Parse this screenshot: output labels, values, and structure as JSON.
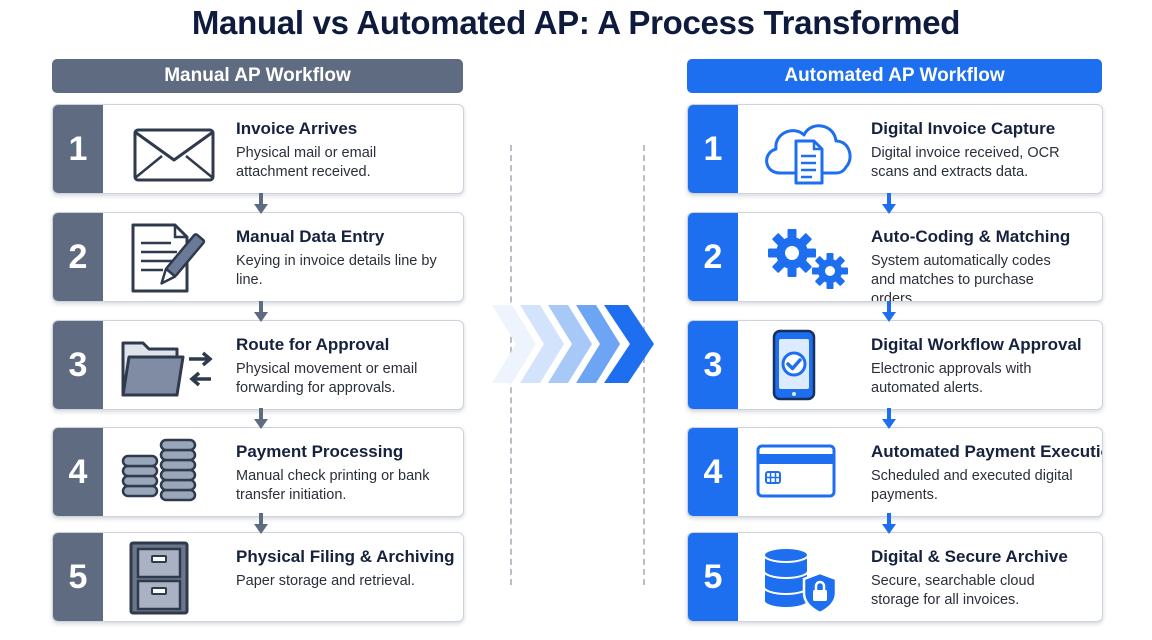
{
  "title": "Manual vs Automated AP: A Process Transformed",
  "manual": {
    "header": "Manual AP Workflow",
    "steps": [
      {
        "num": "1",
        "title": "Invoice Arrives",
        "desc": "Physical mail or email attachment received.",
        "icon": "envelope-icon"
      },
      {
        "num": "2",
        "title": "Manual Data Entry",
        "desc": "Keying in invoice details line by line.",
        "icon": "document-pen-icon"
      },
      {
        "num": "3",
        "title": "Route for Approval",
        "desc": "Physical movement or email forwarding for approvals.",
        "icon": "folder-transfer-icon"
      },
      {
        "num": "4",
        "title": "Payment Processing",
        "desc": "Manual check printing or bank transfer initiation.",
        "icon": "coin-stacks-icon"
      },
      {
        "num": "5",
        "title": "Physical Filing & Archiving",
        "desc": "Paper storage and retrieval.",
        "icon": "filing-cabinet-icon"
      }
    ]
  },
  "automated": {
    "header": "Automated AP Workflow",
    "steps": [
      {
        "num": "1",
        "title": "Digital Invoice Capture",
        "desc": "Digital invoice received, OCR scans and extracts data.",
        "icon": "cloud-document-icon"
      },
      {
        "num": "2",
        "title": "Auto-Coding & Matching",
        "desc": "System automatically codes and matches to purchase orders.",
        "icon": "gears-icon"
      },
      {
        "num": "3",
        "title": "Digital Workflow Approval",
        "desc": "Electronic approvals with automated alerts.",
        "icon": "tablet-check-icon"
      },
      {
        "num": "4",
        "title": "Automated Payment Execution",
        "desc": "Scheduled and executed digital payments.",
        "icon": "credit-card-icon"
      },
      {
        "num": "5",
        "title": "Digital & Secure Archive",
        "desc": "Secure, searchable cloud storage for all invoices.",
        "icon": "database-lock-icon"
      }
    ]
  },
  "colors": {
    "manual_accent": "#5f6b80",
    "automated_accent": "#1e6ff0",
    "title_text": "#0f1b3d"
  }
}
